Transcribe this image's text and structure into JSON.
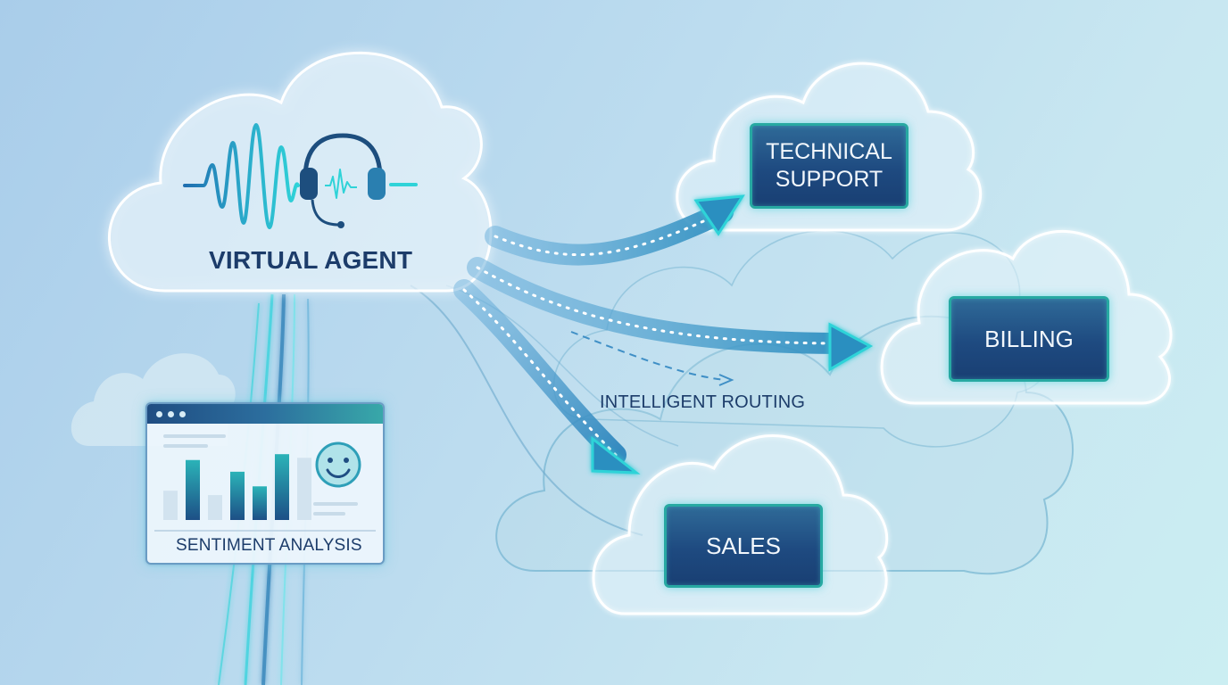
{
  "nodes": {
    "virtual_agent": "VIRTUAL AGENT",
    "routing": "INTELLIGENT ROUTING",
    "sentiment": "SENTIMENT ANALYSIS"
  },
  "departments": {
    "technical_support": [
      "TECHNICAL",
      "SUPPORT"
    ],
    "billing": "BILLING",
    "sales": "SALES"
  },
  "sentiment_chart": {
    "type": "bar",
    "bars": [
      0.4,
      0.82,
      0.34,
      0.66,
      0.46,
      0.9,
      0.85
    ],
    "highlighted_bars": [
      1,
      3,
      4,
      5
    ],
    "mood": "smiling-face"
  },
  "colors": {
    "navy": "#1c3c6a",
    "teal": "#2fd3d8",
    "dept_fill": "#1e4a80",
    "dept_border": "#27a9a2"
  }
}
